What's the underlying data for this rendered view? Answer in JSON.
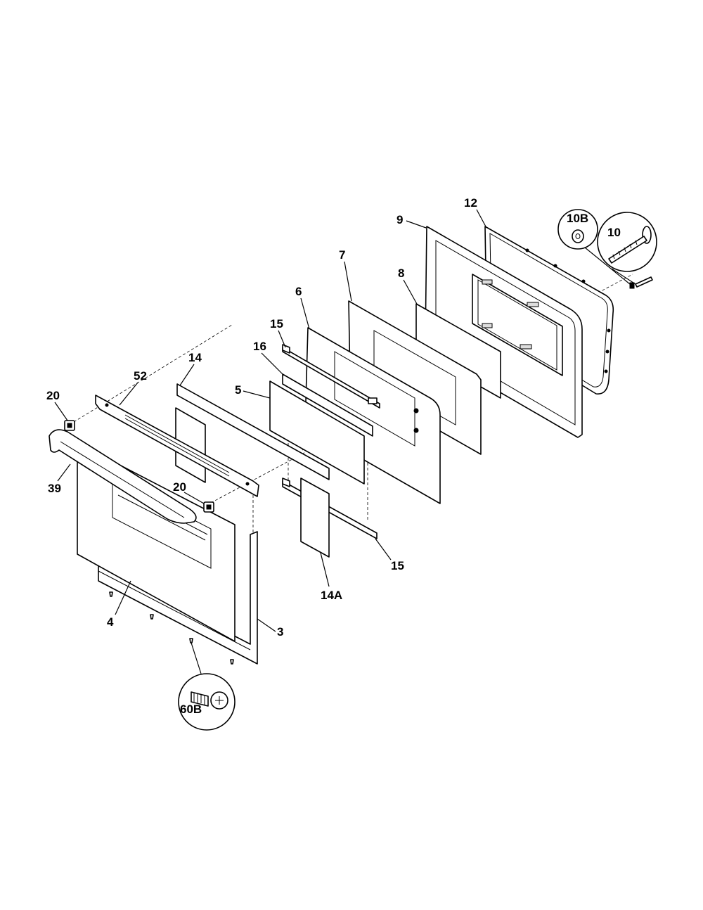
{
  "callouts": {
    "c3": "3",
    "c4": "4",
    "c5": "5",
    "c6": "6",
    "c7": "7",
    "c8": "8",
    "c9": "9",
    "c10": "10",
    "c10b": "10B",
    "c12": "12",
    "c14": "14",
    "c14a": "14A",
    "c15_top": "15",
    "c15_bottom": "15",
    "c16": "16",
    "c20_left": "20",
    "c20_mid": "20",
    "c39": "39",
    "c52": "52",
    "c60b": "60B"
  }
}
